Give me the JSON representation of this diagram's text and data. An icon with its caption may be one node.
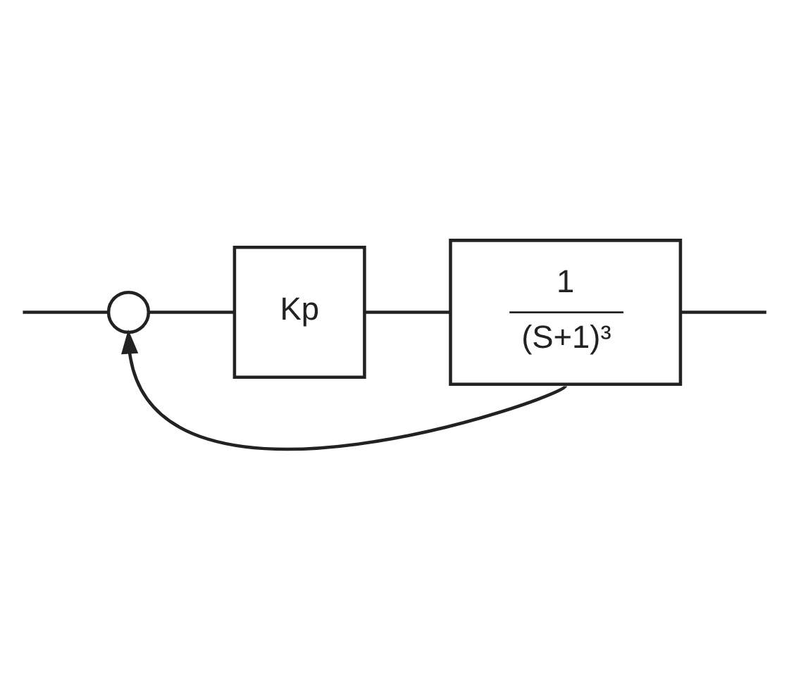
{
  "diagram": {
    "nodes": [
      {
        "text": [],
        "shape": "circle"
      },
      {
        "text": [
          "Kp"
        ]
      },
      {
        "text": [
          "1",
          "(S+1)³"
        ]
      }
    ],
    "edges": [
      {
        "from": null,
        "to": 0,
        "arrow": "none"
      },
      {
        "from": 0,
        "to": 1,
        "arrow": "none"
      },
      {
        "from": 1,
        "to": 2,
        "arrow": "none"
      },
      {
        "from": 2,
        "to": null,
        "arrow": "none"
      },
      {
        "from": 2,
        "to": 0,
        "arrow": "to"
      }
    ]
  }
}
